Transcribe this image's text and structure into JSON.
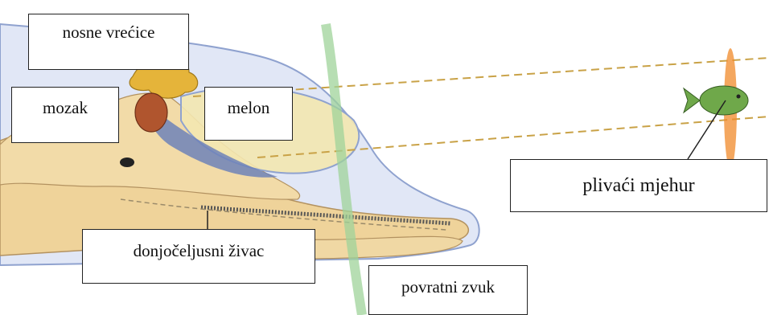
{
  "labels": {
    "nosne_vrecice": "nosne vrećice",
    "mozak": "mozak",
    "melon": "melon",
    "plivaci_mjehur": "plivaći mjehur",
    "donjoceljusni_zivac": "donjočeljusni živac",
    "povratni_zvuk": "povratni zvuk"
  },
  "colors": {
    "skull": "#efd39a",
    "head_outline": "#a7b6d8",
    "melon": "#f3e7b0",
    "nasal_sacs": "#e5b43a",
    "brain": "#b0552e",
    "sound_wave": "#9fd39a",
    "fish": "#6fa84a",
    "fish_echo": "#f08a2a",
    "beam": "#c9a247"
  }
}
